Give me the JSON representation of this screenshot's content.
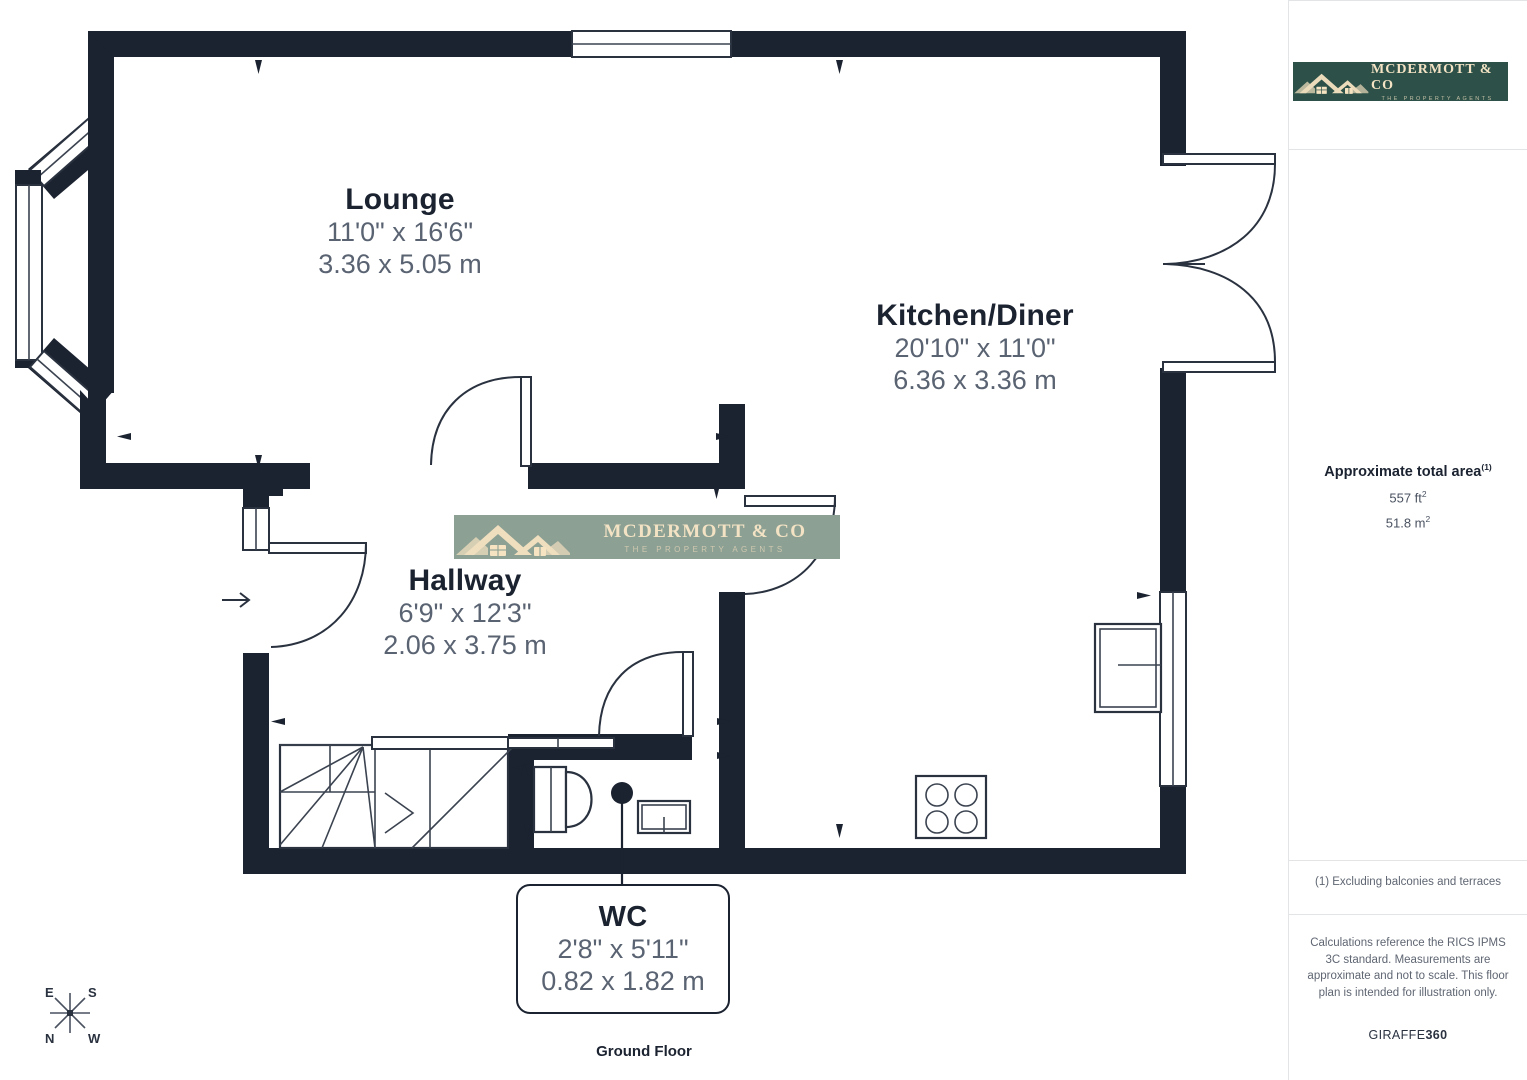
{
  "plan": {
    "floor_label": "Ground Floor",
    "wall_color": "#1b2230",
    "dimension_text_color": "#5a6372",
    "rooms": [
      {
        "name": "Lounge",
        "imperial": "11'0\" x 16'6\"",
        "metric": "3.36 x 5.05 m"
      },
      {
        "name": "Kitchen/Diner",
        "imperial": "20'10\" x 11'0\"",
        "metric": "6.36 x 3.36 m"
      },
      {
        "name": "Hallway",
        "imperial": "6'9\" x 12'3\"",
        "metric": "2.06 x 3.75 m"
      },
      {
        "name": "WC",
        "imperial": "2'8\" x 5'11\"",
        "metric": "0.82 x 1.82 m"
      }
    ],
    "compass": {
      "top_left": "E",
      "top_right": "S",
      "bottom_left": "N",
      "bottom_right": "W"
    }
  },
  "brand": {
    "name": "MCDERMOTT & CO",
    "tagline": "THE PROPERTY AGENTS",
    "sidebar_bg": "#2d5148",
    "watermark_bg": "#8ca093",
    "text_color": "#f3e3c4"
  },
  "sidebar": {
    "area_title": "Approximate total area",
    "area_title_marker": "(1)",
    "area_sqft": "557 ft",
    "area_sqft_sup": "2",
    "area_sqm": "51.8 m",
    "area_sqm_sup": "2",
    "footnote": "(1) Excluding balconies and terraces",
    "disclaimer": "Calculations reference the RICS IPMS 3C standard. Measurements are approximate and not to scale. This floor plan is intended for illustration only.",
    "provider_prefix": "GIRAFFE",
    "provider_suffix": "360"
  }
}
